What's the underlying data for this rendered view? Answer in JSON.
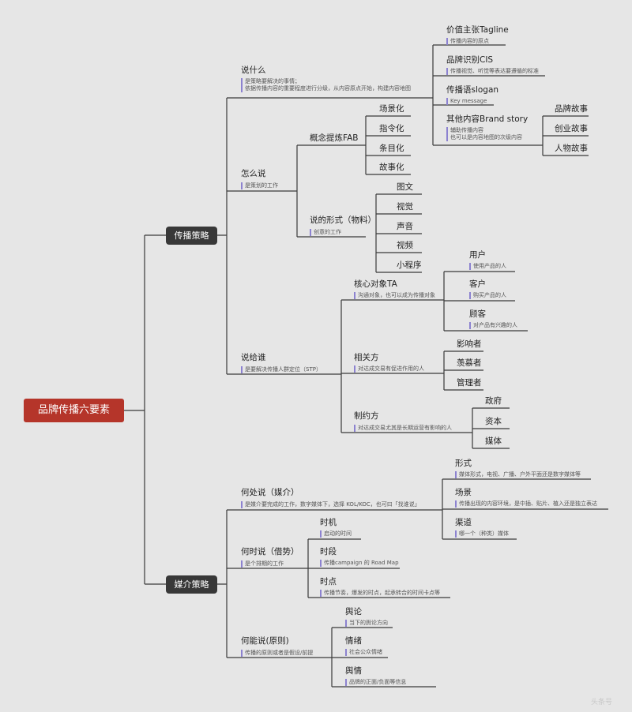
{
  "root": {
    "label": "品牌传播六要素"
  },
  "branches": {
    "chuanbo": {
      "label": "传播策略",
      "shuo_shenme": {
        "label": "说什么",
        "note1": "是策略要解决的事情；",
        "note2": "依据传播内容的重要程度进行分级，从内容原点开始，构建内容地图",
        "items": [
          {
            "label": "价值主张Tagline",
            "note": "传播内容的原点"
          },
          {
            "label": "品牌识别CIS",
            "note": "传播视觉、听觉等表达要遵循的标准"
          },
          {
            "label": "传播语slogan",
            "note": "Key message"
          },
          {
            "label": "其他内容Brand story",
            "note1": "辅助传播内容",
            "note2": "也可以是内容地图的次级内容"
          }
        ],
        "story_items": [
          "品牌故事",
          "创业故事",
          "人物故事"
        ]
      },
      "zenme_shuo": {
        "label": "怎么说",
        "note": "是策划的工作",
        "fab": {
          "label": "概念提炼FAB",
          "items": [
            "场景化",
            "指令化",
            "条目化",
            "故事化"
          ]
        },
        "xingshi": {
          "label": "说的形式（物料）",
          "note": "创意的工作",
          "items": [
            "图文",
            "视觉",
            "声音",
            "视频",
            "小程序"
          ]
        }
      },
      "shuo_gei_shui": {
        "label": "说给谁",
        "note": "是要解决传播人群定位（STP）",
        "hexin": {
          "label": "核心对象TA",
          "note": "沟通对象，也可以成为传播对象",
          "items": [
            {
              "label": "用户",
              "note": "使用产品的人"
            },
            {
              "label": "客户",
              "note": "购买产品的人"
            },
            {
              "label": "顾客",
              "note": "对产品有兴趣的人"
            }
          ]
        },
        "xiangguan": {
          "label": "相关方",
          "note": "对达成交易有促进作用的人",
          "items": [
            "影响者",
            "羡慕者",
            "管理者"
          ]
        },
        "zhiyue": {
          "label": "制约方",
          "note": "对达成交易尤其是长期运营有影响的人",
          "items": [
            "政府",
            "资本",
            "媒体"
          ]
        }
      }
    },
    "meijie": {
      "label": "媒介策略",
      "hechu": {
        "label": "何处说（媒介）",
        "note": "是媒介要完成的工作，数字媒体下，选择 KOL/KOC，也可曰「找谁说」",
        "items": [
          {
            "label": "形式",
            "note": "媒体形式，电视、广播、户外平面还是数字媒体等"
          },
          {
            "label": "场景",
            "note": "传播出现的内容环境，是中插、贴片、植入还是独立表达"
          },
          {
            "label": "渠道",
            "note": "哪一个（种类）媒体"
          }
        ]
      },
      "heshi": {
        "label": "何时说（借势）",
        "note": "是个排期的工作",
        "items": [
          {
            "label": "时机",
            "note": "启动的时间"
          },
          {
            "label": "时段",
            "note": "传播campaign 的 Road Map"
          },
          {
            "label": "时点",
            "note": "传播节奏，爆发的时点，起承转合的时间卡点等"
          }
        ]
      },
      "heneng": {
        "label": "何能说(原则)",
        "note": "传播的原则或者是假设/前提",
        "items": [
          {
            "label": "舆论",
            "note": "当下的舆论方向"
          },
          {
            "label": "情绪",
            "note": "社会公众情绪"
          },
          {
            "label": "舆情",
            "note": "品牌的正面/负面等信息"
          }
        ]
      }
    }
  },
  "watermark": "头条号"
}
